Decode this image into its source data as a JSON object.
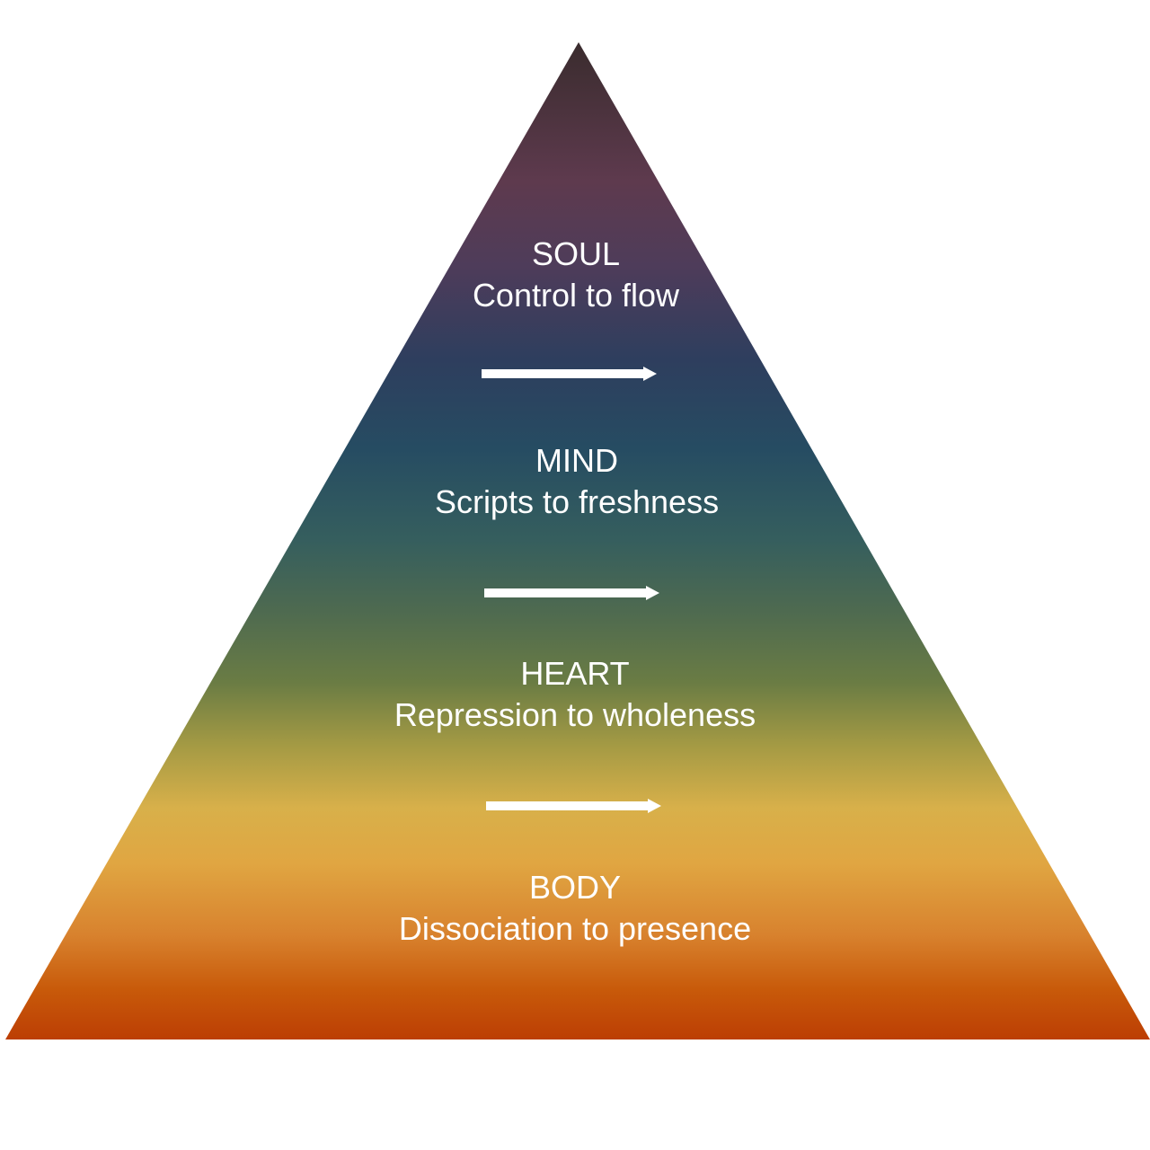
{
  "diagram": {
    "type": "pyramid",
    "levels": [
      {
        "name": "SOUL",
        "description": "Control to flow"
      },
      {
        "name": "MIND",
        "description": "Scripts to freshness"
      },
      {
        "name": "HEART",
        "description": "Repression to wholeness"
      },
      {
        "name": "BODY",
        "description": "Dissociation to presence"
      }
    ],
    "arrows": [
      {
        "from": "SOUL",
        "to": "MIND",
        "direction": "right"
      },
      {
        "from": "MIND",
        "to": "HEART",
        "direction": "right"
      },
      {
        "from": "HEART",
        "to": "BODY",
        "direction": "right"
      }
    ],
    "colors": {
      "text": "#ffffff",
      "arrow": "#ffffff",
      "gradient": [
        "#3a2c2e",
        "#5e3a4e",
        "#4e3c5a",
        "#2e3e5e",
        "#264c62",
        "#355e5e",
        "#4e6a50",
        "#6a7c44",
        "#a49a44",
        "#d8b04a",
        "#e0a642",
        "#d8822e",
        "#c85a0a",
        "#bc3e04"
      ]
    }
  }
}
